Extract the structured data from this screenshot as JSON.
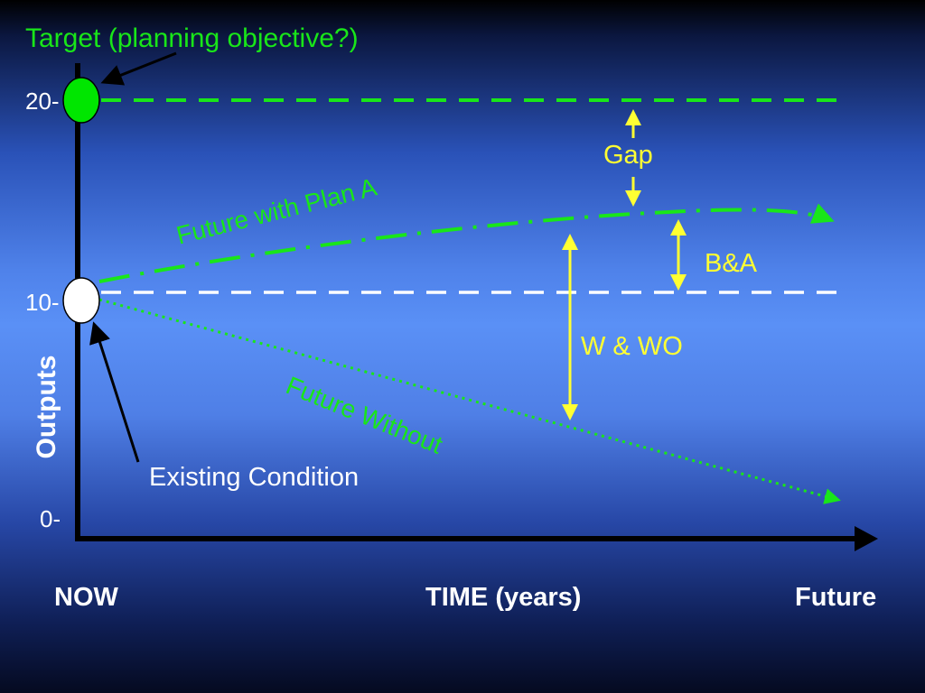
{
  "target_label": "Target (planning objective?)",
  "tick_20": "20-",
  "tick_10": "10-",
  "tick_0": "0-",
  "y_axis_label": "Outputs",
  "x_left_label": "NOW",
  "x_center_label": "TIME (years)",
  "x_right_label": "Future",
  "gap_label": "Gap",
  "ba_label": "B&A",
  "wwo_label": "W & WO",
  "plan_a_label": "Future with Plan A",
  "future_without_label": "Future Without",
  "existing_label": "Existing Condition",
  "colors": {
    "green": "#19e619",
    "yellow": "#ffff33",
    "white": "#ffffff",
    "black": "#000000"
  }
}
